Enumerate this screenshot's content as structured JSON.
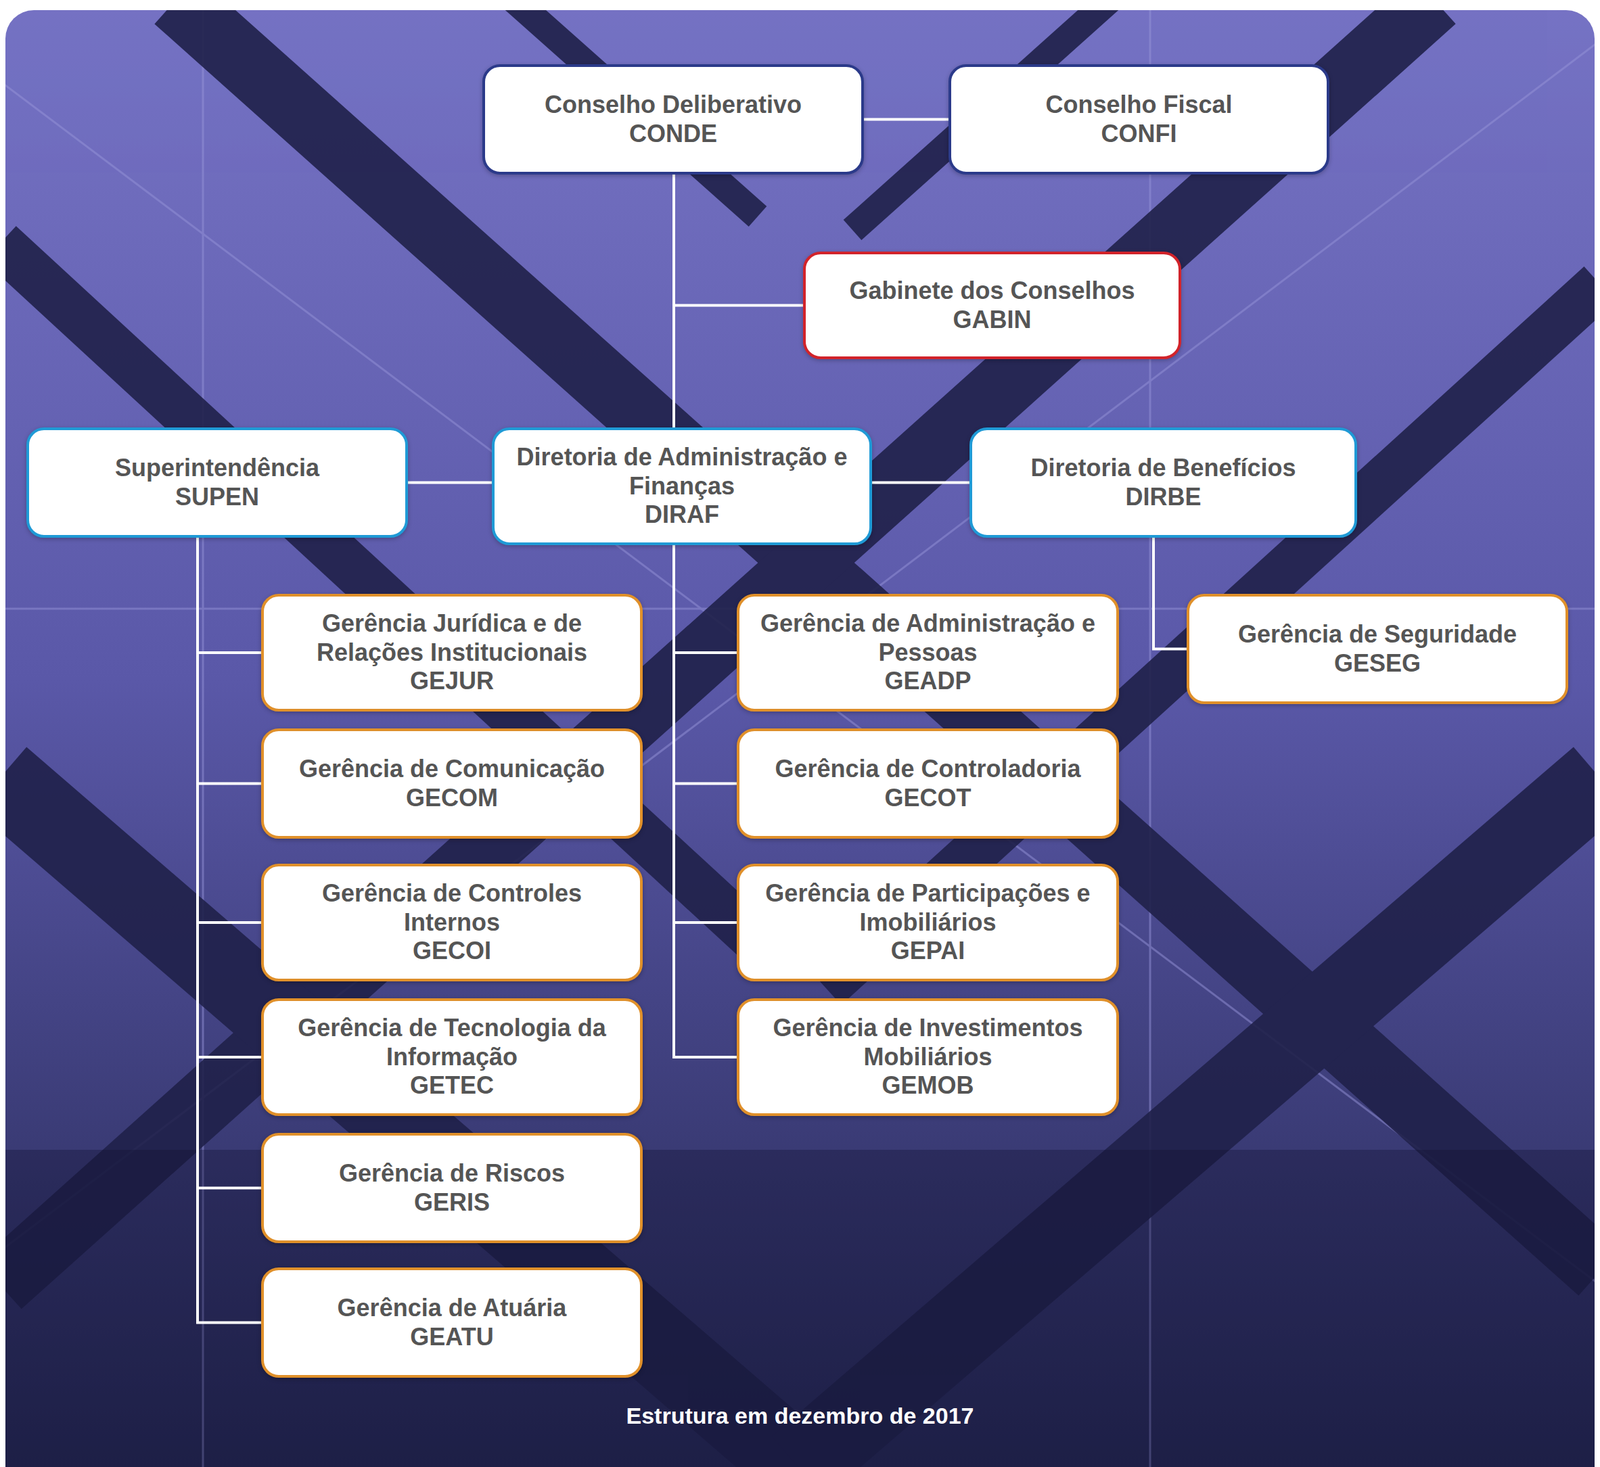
{
  "diagram": {
    "caption": "Estrutura em dezembro de 2017",
    "nodes": [
      {
        "text": [
          "Conselho Deliberativo",
          "CONDE"
        ]
      },
      {
        "text": [
          "Conselho Fiscal",
          "CONFI"
        ]
      },
      {
        "text": [
          "Gabinete dos Conselhos",
          "GABIN"
        ]
      },
      {
        "text": [
          "Superintendência",
          "SUPEN"
        ]
      },
      {
        "text": [
          "Diretoria de Administração e Finanças",
          "DIRAF"
        ]
      },
      {
        "text": [
          "Diretoria de Benefícios",
          "DIRBE"
        ]
      },
      {
        "text": [
          "Gerência Jurídica e de Relações Institucionais",
          "GEJUR"
        ]
      },
      {
        "text": [
          "Gerência de Administração e Pessoas",
          "GEADP"
        ]
      },
      {
        "text": [
          "Gerência de Seguridade",
          "GESEG"
        ]
      },
      {
        "text": [
          "Gerência de Comunicação",
          "GECOM"
        ]
      },
      {
        "text": [
          "Gerência de Controladoria",
          "GECOT"
        ]
      },
      {
        "text": [
          "Gerência de Controles Internos",
          "GECOI"
        ]
      },
      {
        "text": [
          "Gerência de Participações e Imobiliários",
          "GEPAI"
        ]
      },
      {
        "text": [
          "Gerência de Tecnologia da Informação",
          "GETEC"
        ]
      },
      {
        "text": [
          "Gerência de Investimentos Mobiliários",
          "GEMOB"
        ]
      },
      {
        "text": [
          "Gerência de Riscos",
          "GERIS"
        ]
      },
      {
        "text": [
          "Gerência de Atuária",
          "GEATU"
        ]
      }
    ],
    "edges": [
      {
        "from": 0,
        "to": 1,
        "arrow": "none"
      },
      {
        "from": 0,
        "to": 2,
        "arrow": "none"
      },
      {
        "from": 0,
        "to": 4,
        "arrow": "none"
      },
      {
        "from": 4,
        "to": 3,
        "arrow": "none"
      },
      {
        "from": 4,
        "to": 5,
        "arrow": "none"
      },
      {
        "from": 3,
        "to": 6,
        "arrow": "none"
      },
      {
        "from": 3,
        "to": 9,
        "arrow": "none"
      },
      {
        "from": 3,
        "to": 11,
        "arrow": "none"
      },
      {
        "from": 3,
        "to": 13,
        "arrow": "none"
      },
      {
        "from": 3,
        "to": 15,
        "arrow": "none"
      },
      {
        "from": 3,
        "to": 16,
        "arrow": "none"
      },
      {
        "from": 4,
        "to": 7,
        "arrow": "none"
      },
      {
        "from": 4,
        "to": 10,
        "arrow": "none"
      },
      {
        "from": 4,
        "to": 12,
        "arrow": "none"
      },
      {
        "from": 4,
        "to": 14,
        "arrow": "none"
      },
      {
        "from": 5,
        "to": 8,
        "arrow": "none"
      }
    ]
  }
}
